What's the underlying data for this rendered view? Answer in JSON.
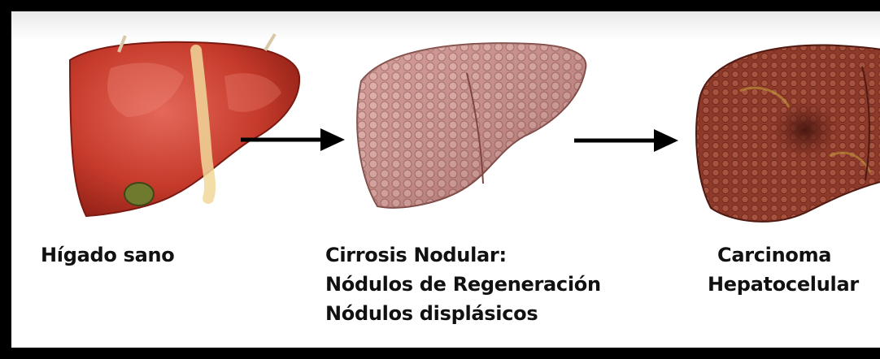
{
  "stages": [
    {
      "lines": [
        "Hígado sano"
      ],
      "image": "healthy-liver",
      "color": "#c43a2a"
    },
    {
      "lines": [
        "Cirrosis Nodular:",
        "Nódulos de Regeneración",
        "Nódulos displásicos"
      ],
      "image": "cirrhotic-liver",
      "color": "#c78a84"
    },
    {
      "lines": [
        "Carcinoma",
        "Hepatocelular"
      ],
      "image": "carcinoma-liver",
      "color": "#8a3a28"
    }
  ],
  "arrows": [
    "arrow-right-icon",
    "arrow-right-icon"
  ]
}
